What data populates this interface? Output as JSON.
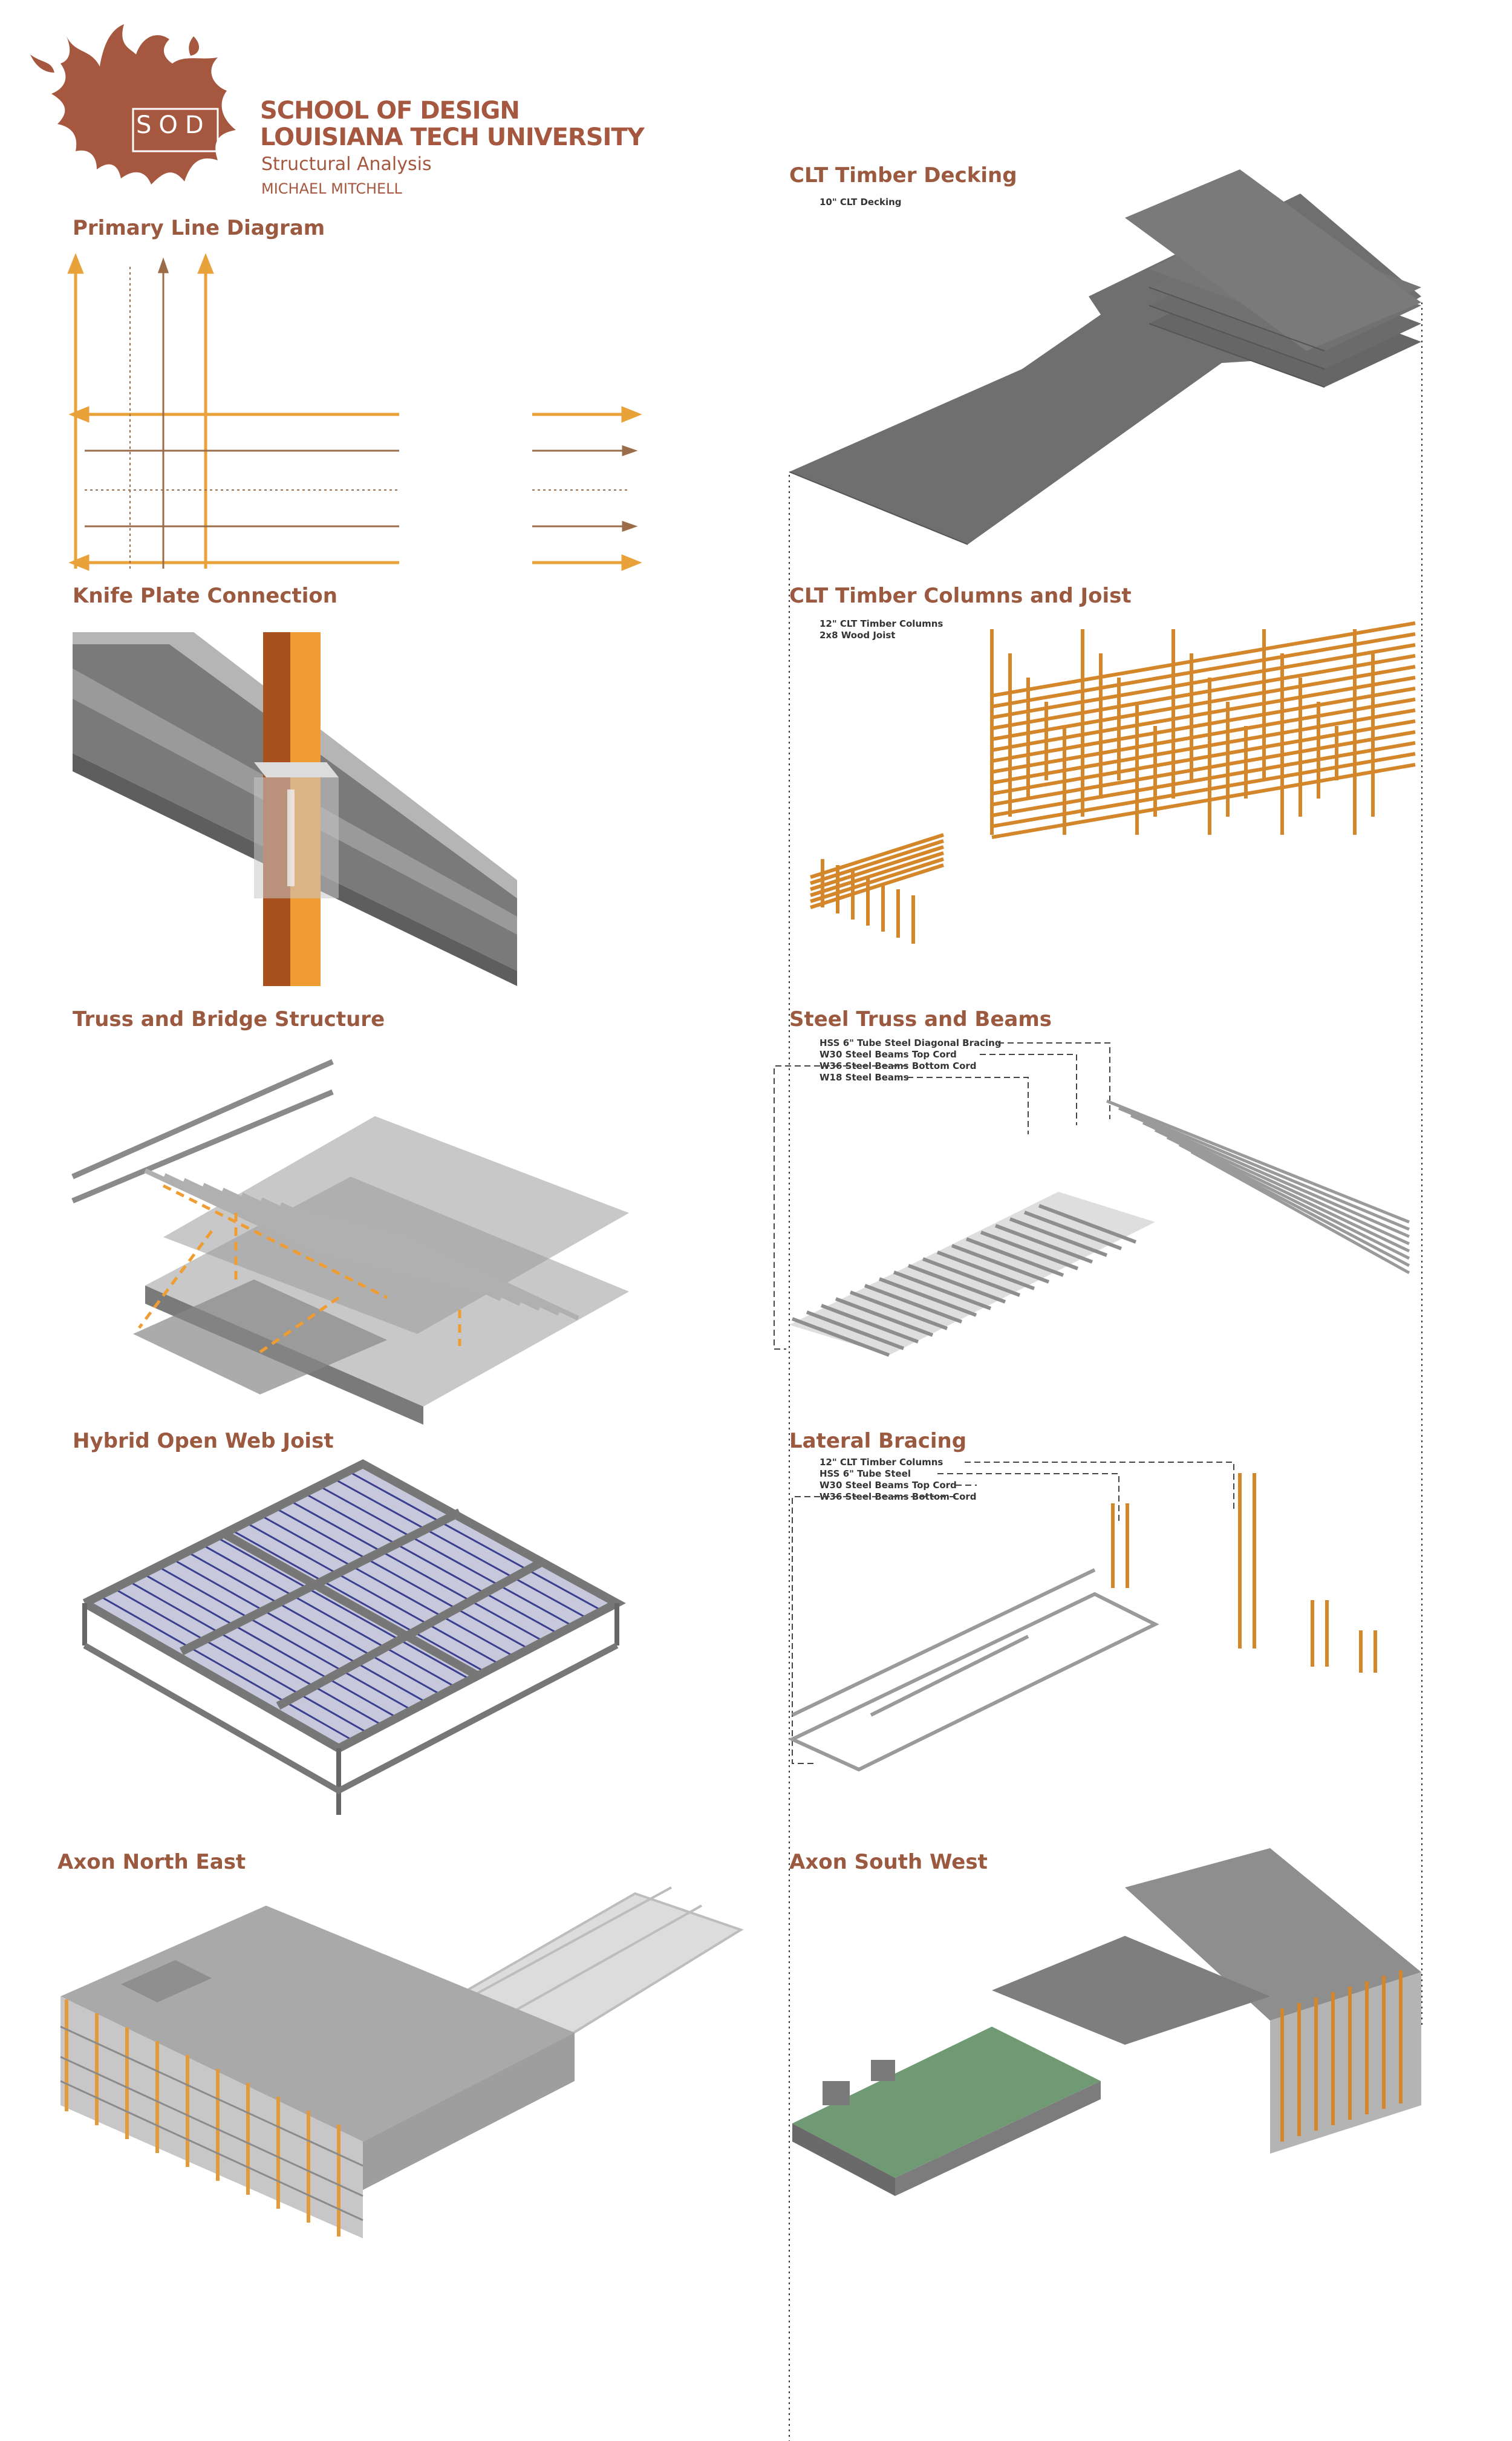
{
  "header": {
    "logo_text": "SOD",
    "school": "SCHOOL OF DESIGN",
    "university": "LOUISIANA TECH UNIVERSITY",
    "subject": "Structural Analysis",
    "author": "MICHAEL MITCHELL"
  },
  "panels": {
    "primary_line": {
      "title": "Primary Line Diagram"
    },
    "knife_plate": {
      "title": "Knife Plate Connection"
    },
    "truss_bridge": {
      "title": "Truss and Bridge Structure"
    },
    "open_web": {
      "title": "Hybrid Open Web Joist"
    },
    "axon_ne": {
      "title": "Axon North East"
    },
    "clt_decking": {
      "title": "CLT Timber Decking",
      "notes": [
        "10\" CLT Decking"
      ]
    },
    "clt_columns": {
      "title": "CLT Timber Columns and Joist",
      "notes": [
        "12\" CLT Timber Columns",
        "2x8 Wood Joist"
      ]
    },
    "steel_truss": {
      "title": "Steel Truss and Beams",
      "notes": [
        "HSS 6\" Tube Steel Diagonal Bracing",
        "W30 Steel Beams Top Cord",
        "W36 Steel Beams Bottom Cord",
        "W18 Steel Beams"
      ]
    },
    "lateral": {
      "title": "Lateral Bracing",
      "notes": [
        "12\" CLT Timber Columns",
        "HSS 6\" Tube Steel",
        "W30 Steel Beams Top Cord",
        "W36 Steel Beams Bottom Cord"
      ]
    },
    "axon_sw": {
      "title": "Axon South West"
    }
  },
  "colors": {
    "brand": "#a5573f",
    "timber": "#d4862a",
    "timber_dark": "#a5521d",
    "steel": "#8e8e8e",
    "deck": "#6f6f6f",
    "roof_green": "#6f9a74",
    "joist_blue": "#3b3f8f"
  }
}
